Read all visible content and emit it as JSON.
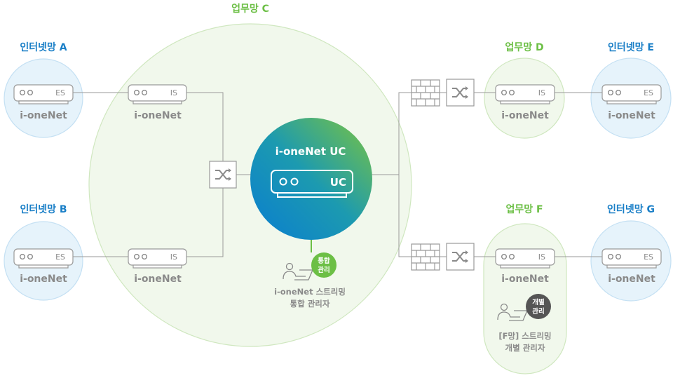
{
  "networks": {
    "internet_a": "인터넷망 A",
    "internet_b": "인터넷망 B",
    "business_c": "업무망 C",
    "business_d": "업무망 D",
    "business_f": "업무망 F",
    "internet_e": "인터넷망 E",
    "internet_g": "인터넷망 G"
  },
  "devices": {
    "es_tag": "ES",
    "is_tag": "IS",
    "uc_tag": "UC",
    "name": "i-oneNet"
  },
  "center": {
    "title": "i-oneNet UC"
  },
  "badges": {
    "integrated_line1": "통합",
    "integrated_line2": "관리",
    "individual_line1": "개별",
    "individual_line2": "관리"
  },
  "captions": {
    "integrated_line1": "i-oneNet 스트리밍",
    "integrated_line2": "통합 관리자",
    "individual_line1": "[F망] 스트리밍",
    "individual_line2": "개별 관리자"
  },
  "colors": {
    "internet_blue": "#1a7fc7",
    "business_green": "#6cbf45",
    "gray": "#8a8a8a",
    "internet_fill": "#e6f3fb",
    "business_fill": "#f1f8ec",
    "dark_badge": "#555555"
  }
}
